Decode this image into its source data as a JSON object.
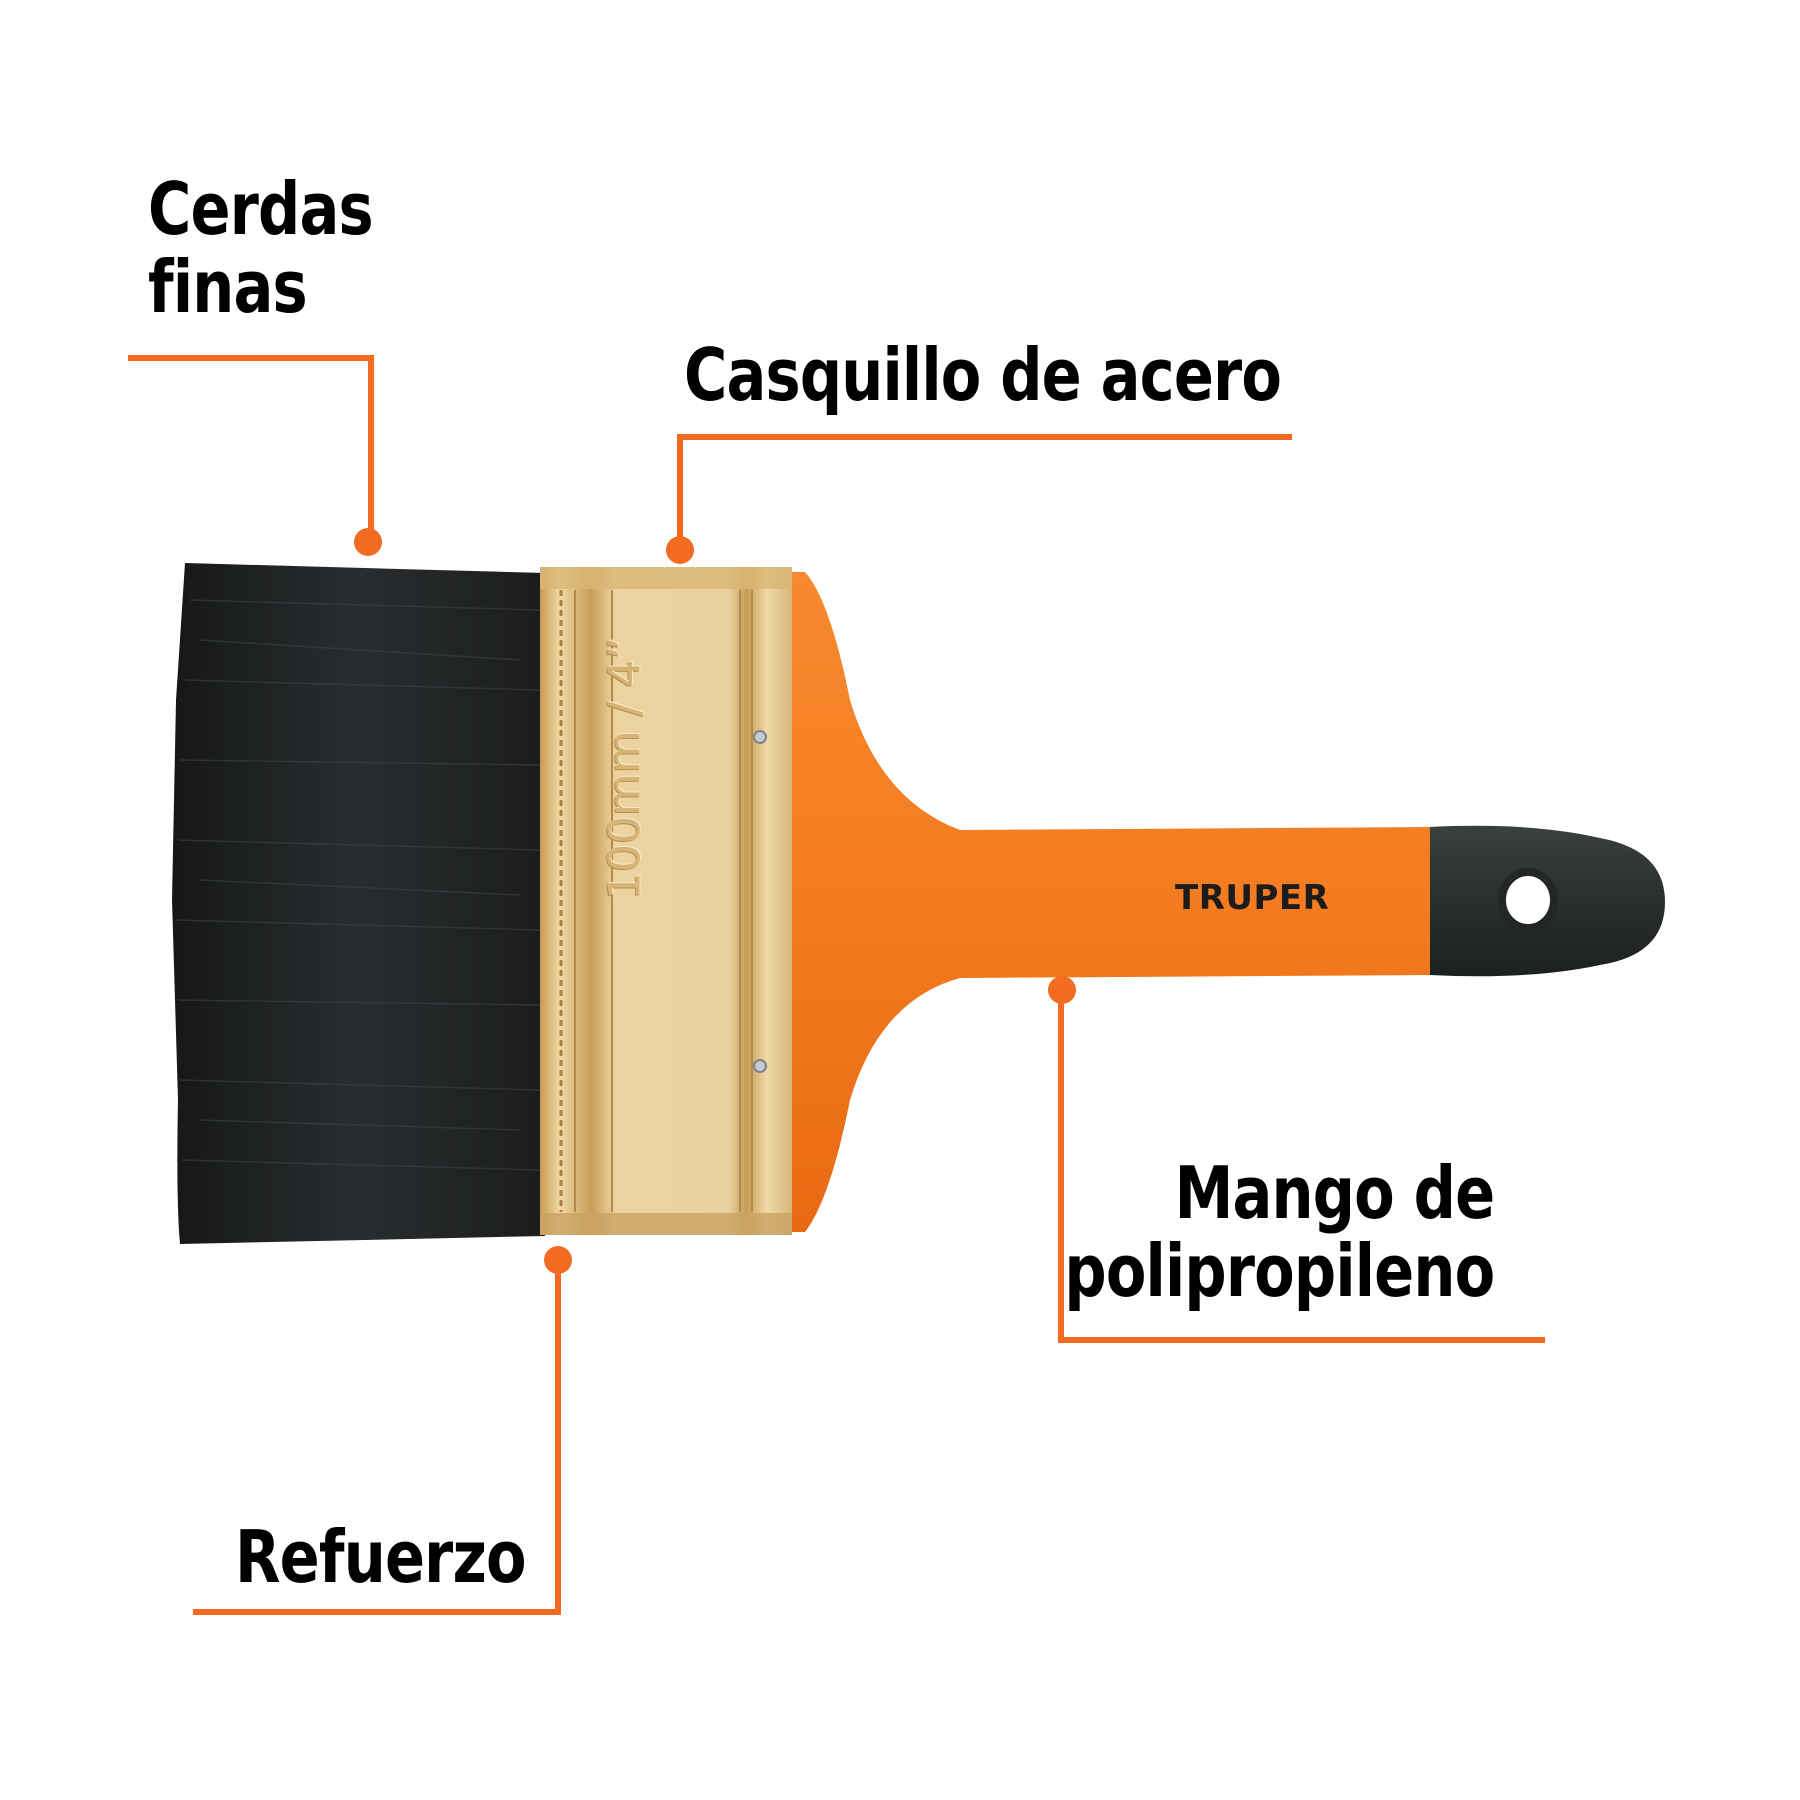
{
  "callouts": {
    "bristles": {
      "line1": "Cerdas",
      "line2": "finas"
    },
    "ferrule": {
      "text": "Casquillo de acero"
    },
    "handle": {
      "line1": "Mango de",
      "line2": "polipropileno"
    },
    "reinforcement": {
      "text": "Refuerzo"
    }
  },
  "product": {
    "ferrule_marking": "100mm / 4”",
    "brand": "TRUPER"
  },
  "colors": {
    "accent": "#f26b21",
    "bristles": "#1f2224",
    "ferrule": "#e2c48c",
    "handle": "#f47b20",
    "handle_end": "#2c3030",
    "text": "#000000"
  }
}
